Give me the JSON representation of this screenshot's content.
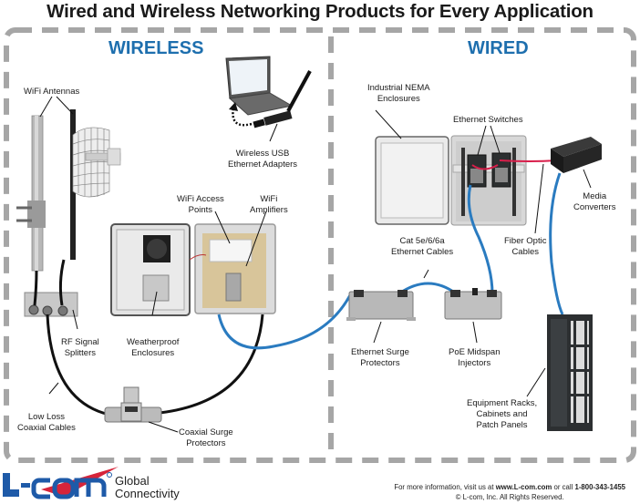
{
  "title": "Wired and Wireless Networking Products for Every Application",
  "sections": {
    "wireless": "WIRELESS",
    "wired": "WIRED"
  },
  "labels": {
    "wifi_antennas": "WiFi Antennas",
    "wireless_usb_1": "Wireless USB",
    "wireless_usb_2": "Ethernet Adapters",
    "wifi_access_points_1": "WiFi Access",
    "wifi_access_points_2": "Points",
    "wifi_amplifiers_1": "WiFi",
    "wifi_amplifiers_2": "Amplifiers",
    "rf_splitters_1": "RF Signal",
    "rf_splitters_2": "Splitters",
    "weatherproof_1": "Weatherproof",
    "weatherproof_2": "Enclosures",
    "low_loss_1": "Low Loss",
    "low_loss_2": "Coaxial Cables",
    "coax_surge_1": "Coaxial Surge",
    "coax_surge_2": "Protectors",
    "nema_1": "Industrial NEMA",
    "nema_2": "Enclosures",
    "switches": "Ethernet Switches",
    "media_1": "Media",
    "media_2": "Converters",
    "fiber_1": "Fiber Optic",
    "fiber_2": "Cables",
    "cat_1": "Cat 5e/6/6a",
    "cat_2": "Ethernet Cables",
    "eth_surge_1": "Ethernet Surge",
    "eth_surge_2": "Protectors",
    "poe_1": "PoE Midspan",
    "poe_2": "Injectors",
    "racks_1": "Equipment Racks,",
    "racks_2": "Cabinets and",
    "racks_3": "Patch Panels"
  },
  "logo": {
    "brand": "L-com",
    "tagline_1": "Global",
    "tagline_2": "Connectivity"
  },
  "footer": {
    "line1_prefix": "For more information, visit us at ",
    "url": "www.L-com.com",
    "line1_mid": " or call ",
    "phone": "1-800-343-1455",
    "line2": "© L-com, Inc. All Rights Reserved."
  },
  "colors": {
    "accent_blue": "#1e6fae",
    "dash_gray": "#a6a6a6",
    "ethernet_cable": "#2a7bc0",
    "fiber_cable": "#d81e4a",
    "logo_blue": "#1e5aa8",
    "logo_red": "#d6243a"
  }
}
